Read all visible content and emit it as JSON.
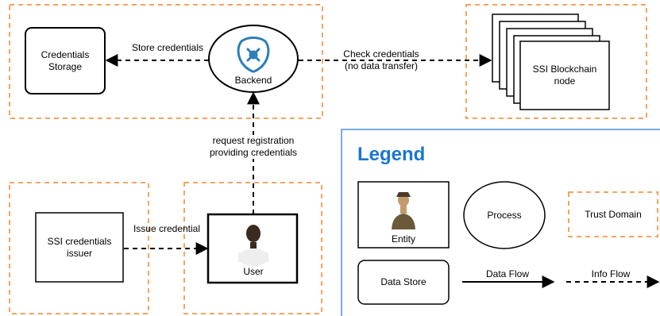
{
  "nodes": {
    "credentials_storage": "Credentials\nStorage",
    "backend": "Backend",
    "blockchain": "SSI Blockchain\nnode",
    "issuer": "SSI credentials\nissuer",
    "user": "User"
  },
  "edges": {
    "store": "Store credentials",
    "check": "Check credentials\n(no data transfer)",
    "request": "request registration\nproviding credentials",
    "issue": "Issue credential"
  },
  "legend": {
    "title": "Legend",
    "entity": "Entity",
    "process": "Process",
    "trust_domain": "Trust Domain",
    "data_store": "Data Store",
    "data_flow": "Data Flow",
    "info_flow": "Info Flow"
  },
  "colors": {
    "trust_border": "#f4a460",
    "legend_border": "#4a90e2",
    "legend_title": "#1976d2"
  }
}
